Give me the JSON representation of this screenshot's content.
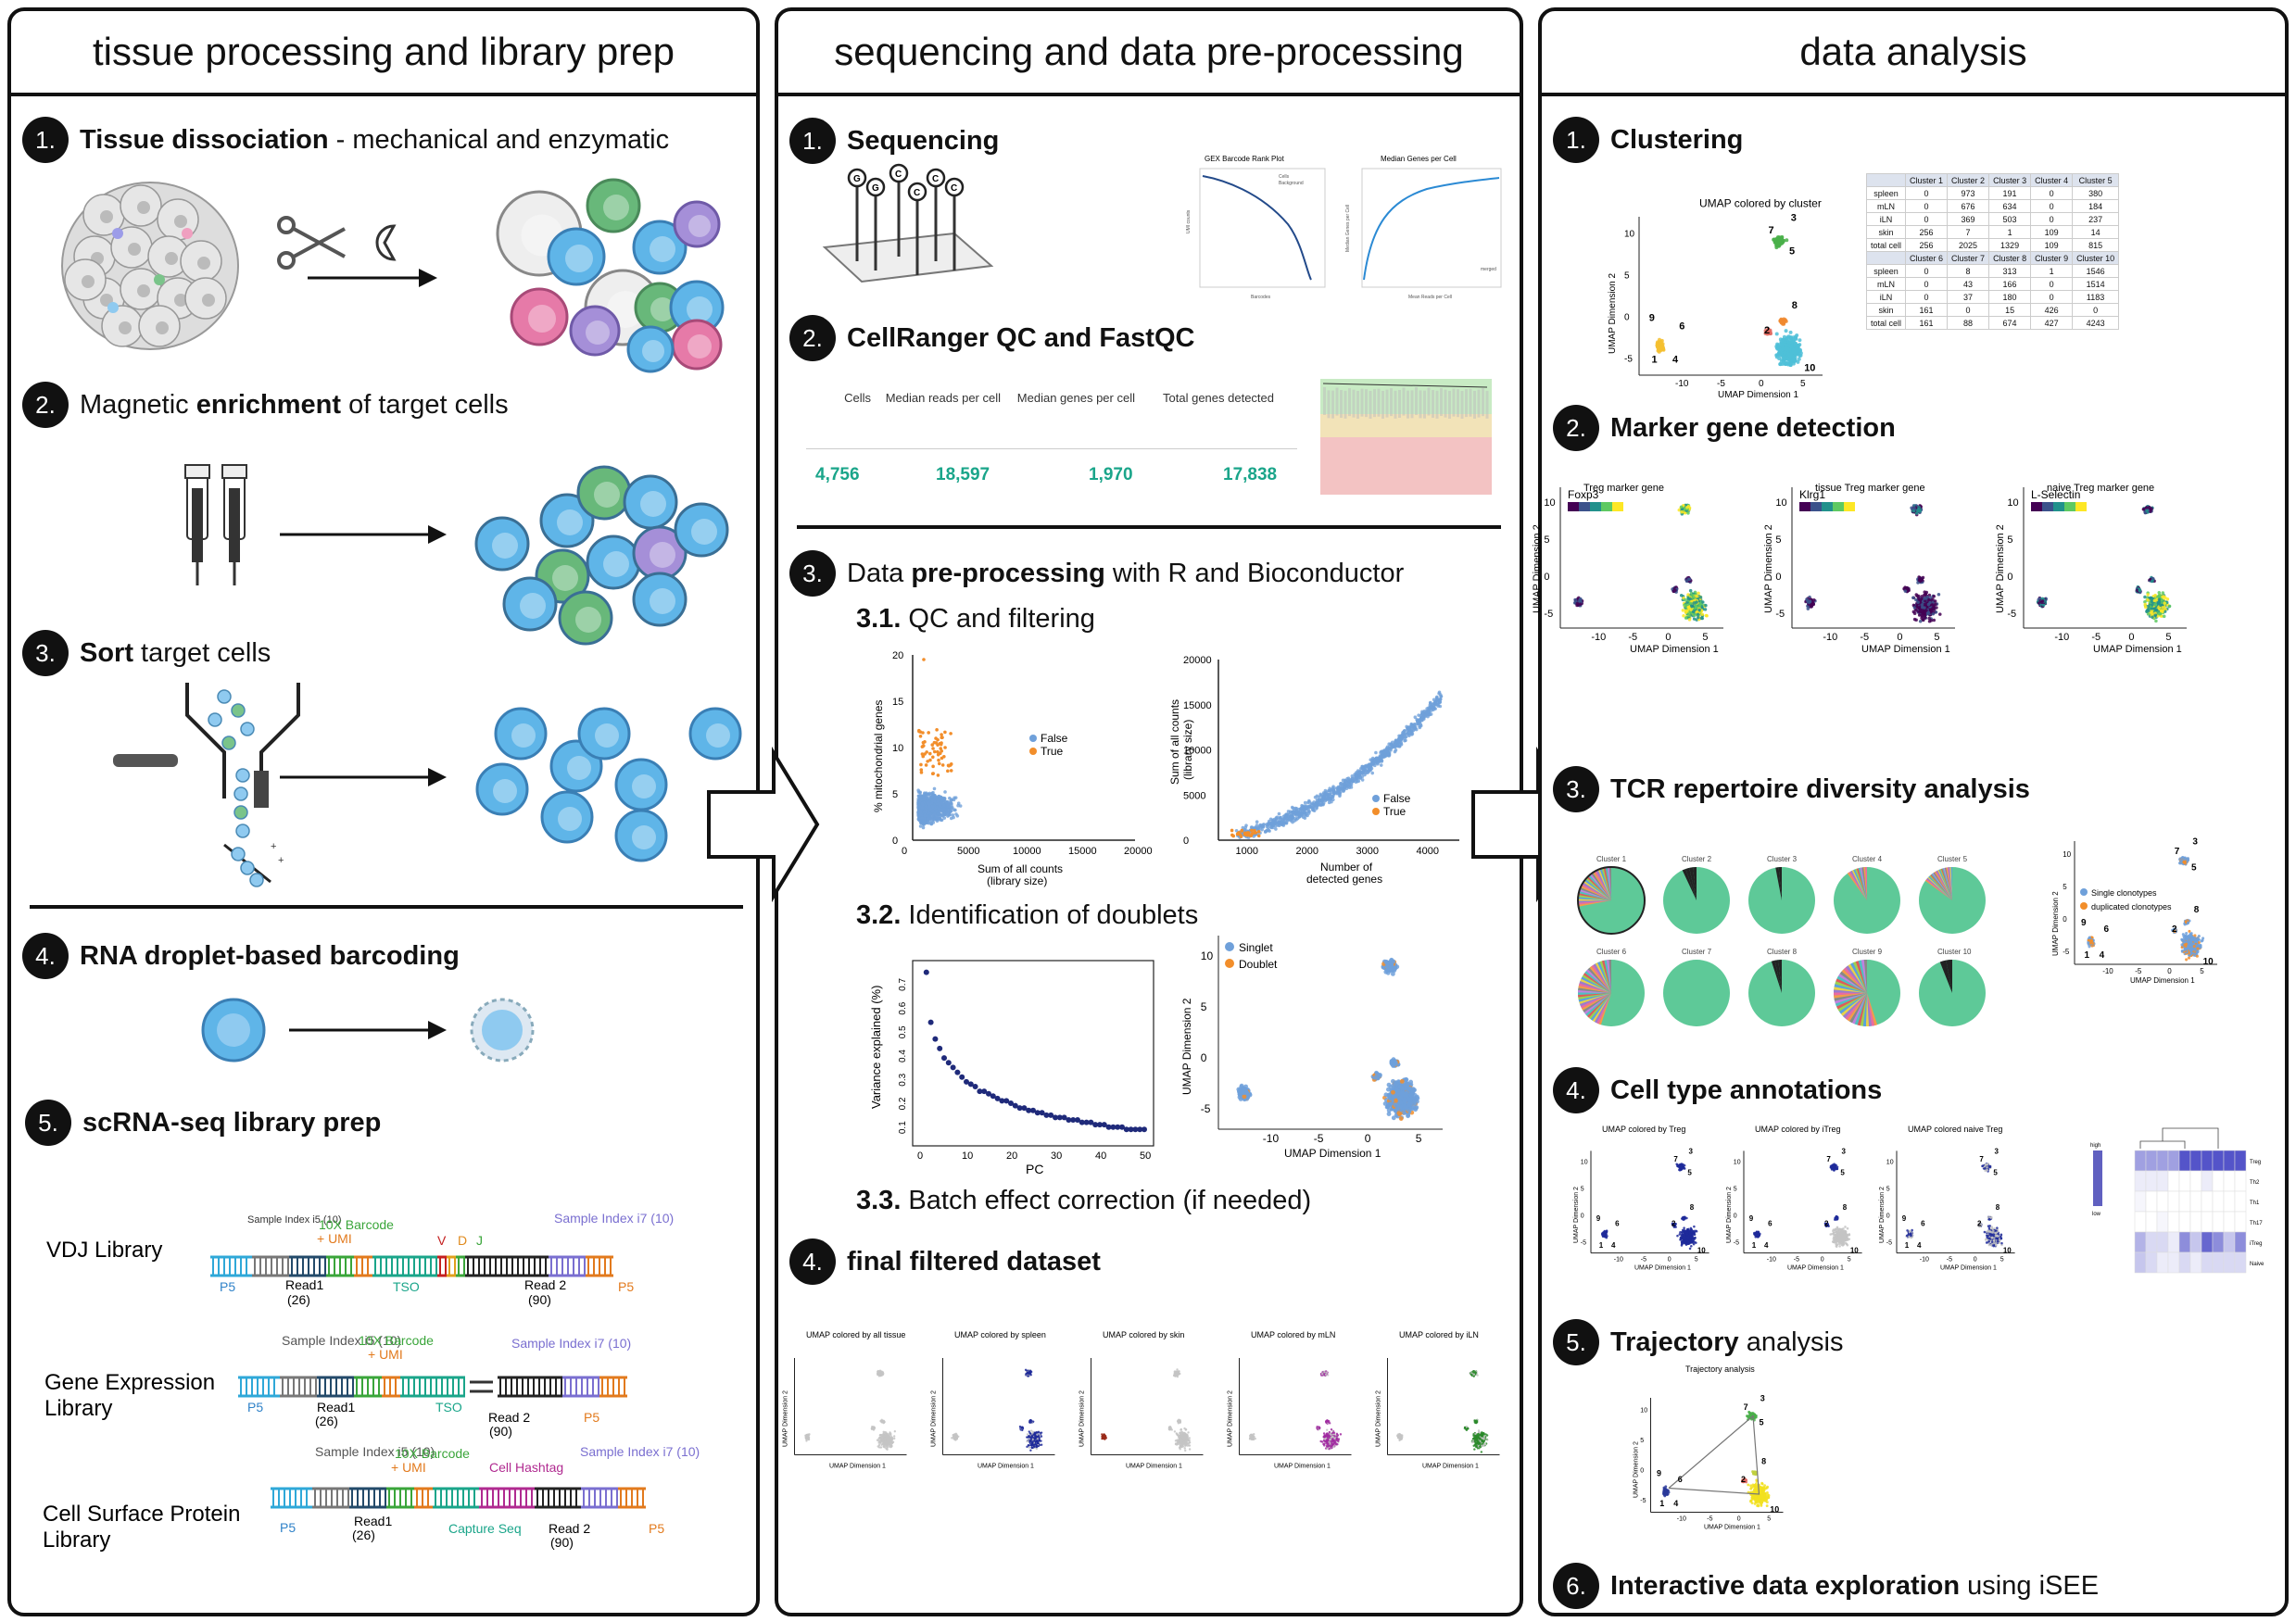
{
  "panel1": {
    "title": "tissue processing and library prep",
    "steps": [
      {
        "num": "1.",
        "bold": "Tissue dissociation",
        "rest": " - mechanical and enzymatic"
      },
      {
        "num": "2.",
        "pre": "Magnetic ",
        "bold": "enrichment",
        "rest": " of target cells"
      },
      {
        "num": "3.",
        "bold": "Sort",
        "rest": " target cells"
      },
      {
        "num": "4.",
        "bold": "RNA droplet-based barcoding",
        "rest": ""
      },
      {
        "num": "5.",
        "bold": "scRNA-seq library prep",
        "rest": ""
      }
    ],
    "libraries": {
      "vdj": {
        "name": "VDJ Library",
        "sample_i5": "Sample Index i5 (10)",
        "barcode": "10X Barcode",
        "umi": "+ UMI",
        "vdj_letters": [
          "V",
          "D",
          "J"
        ],
        "sample_i7": "Sample Index i7 (10)",
        "p5": "P5",
        "read1": "Read1",
        "read1_len": "(26)",
        "tso": "TSO",
        "read2": "Read 2",
        "read2_len": "(90)",
        "p5_right": "P5"
      },
      "gex": {
        "name_l1": "Gene Expression",
        "name_l2": "Library",
        "sample_i5": "Sample Index i5 (10)",
        "barcode": "10X Barcode",
        "umi": "+ UMI",
        "sample_i7": "Sample Index i7 (10)",
        "p5": "P5",
        "read1": "Read1",
        "read1_len": "(26)",
        "tso": "TSO",
        "read2": "Read 2",
        "read2_len": "(90)",
        "p5_right": "P5"
      },
      "csp": {
        "name_l1": "Cell Surface Protein",
        "name_l2": "Library",
        "sample_i5": "Sample Index i5 (10)",
        "barcode": "10X Barcode",
        "umi": "+ UMI",
        "hashtag": "Cell Hashtag",
        "sample_i7": "Sample Index i7 (10)",
        "p5": "P5",
        "read1": "Read1",
        "read1_len": "(26)",
        "capture": "Capture Seq",
        "read2": "Read 2",
        "read2_len": "(90)",
        "p5_right": "P5"
      }
    }
  },
  "panel2": {
    "title": "sequencing and data pre-processing",
    "steps": [
      {
        "num": "1.",
        "bold": "Sequencing"
      },
      {
        "num": "2.",
        "bold": "CellRanger QC and FastQC"
      },
      {
        "num": "3.",
        "pre": "Data ",
        "bold": "pre-processing",
        "rest": " with R and Bioconductor"
      },
      {
        "num": "4.",
        "bold": "final filtered dataset"
      }
    ],
    "substeps": [
      {
        "num": "3.1.",
        "text": " QC and filtering"
      },
      {
        "num": "3.2.",
        "text": " Identification of doublets"
      },
      {
        "num": "3.3.",
        "text": " Batch effect correction (if needed)"
      }
    ],
    "barcode_plot_title": "GEX Barcode Rank Plot",
    "barcode_legend": [
      "Cells",
      "Background"
    ],
    "barcode_xlabel": "Barcodes",
    "barcode_ylabel": "UMI counts",
    "median_genes_title": "Median Genes per Cell",
    "median_genes_xlabel": "Mean Reads per Cell",
    "median_genes_ylabel": "Median Genes per Cell",
    "median_genes_legend": "merged",
    "qc_metrics": [
      {
        "header": "Cells",
        "value": "4,756"
      },
      {
        "header": "Median reads per cell",
        "value": "18,597"
      },
      {
        "header": "Median genes per cell",
        "value": "1,970"
      },
      {
        "header": "Total genes detected",
        "value": "17,838"
      }
    ],
    "final_titles": [
      "UMAP colored by all tissue",
      "UMAP colored by spleen",
      "UMAP colored by skin",
      "UMAP colored by mLN",
      "UMAP colored by iLN"
    ],
    "umap_x": "UMAP Dimension 1",
    "umap_y": "UMAP Dimension 2"
  },
  "panel3": {
    "title": "data analysis",
    "steps": [
      {
        "num": "1.",
        "bold": "Clustering"
      },
      {
        "num": "2.",
        "bold": "Marker gene detection"
      },
      {
        "num": "3.",
        "bold": "TCR repertoire diversity analysis"
      },
      {
        "num": "4.",
        "bold": "Cell type annotations"
      },
      {
        "num": "5.",
        "bold": "Trajectory",
        "rest": " analysis"
      },
      {
        "num": "6.",
        "bold": "Interactive data exploration",
        "rest": " using iSEE"
      }
    ],
    "cluster_umap_title": "UMAP colored by cluster",
    "cluster_table": {
      "header1": [
        "",
        "Cluster 1",
        "Cluster 2",
        "Cluster 3",
        "Cluster 4",
        "Cluster 5"
      ],
      "rows1": [
        [
          "spleen",
          "0",
          "973",
          "191",
          "0",
          "380"
        ],
        [
          "mLN",
          "0",
          "676",
          "634",
          "0",
          "184"
        ],
        [
          "iLN",
          "0",
          "369",
          "503",
          "0",
          "237"
        ],
        [
          "skin",
          "256",
          "7",
          "1",
          "109",
          "14"
        ],
        [
          "total cell",
          "256",
          "2025",
          "1329",
          "109",
          "815"
        ]
      ],
      "header2": [
        "",
        "Cluster 6",
        "Cluster 7",
        "Cluster 8",
        "Cluster 9",
        "Cluster 10"
      ],
      "rows2": [
        [
          "spleen",
          "0",
          "8",
          "313",
          "1",
          "1546"
        ],
        [
          "mLN",
          "0",
          "43",
          "166",
          "0",
          "1514"
        ],
        [
          "iLN",
          "0",
          "37",
          "180",
          "0",
          "1183"
        ],
        [
          "skin",
          "161",
          "0",
          "15",
          "426",
          "0"
        ],
        [
          "total cell",
          "161",
          "88",
          "674",
          "427",
          "4243"
        ]
      ]
    },
    "marker_titles": [
      "Treg marker gene",
      "tissue Treg marker gene",
      "naive Treg marker gene"
    ],
    "marker_genes": [
      "Foxp3",
      "Klrg1",
      "L-Selectin"
    ],
    "tcr_clusters": [
      "Cluster 1",
      "Cluster 2",
      "Cluster 3",
      "Cluster 4",
      "Cluster 5",
      "Cluster 6",
      "Cluster 7",
      "Cluster 8",
      "Cluster 9",
      "Cluster 10"
    ],
    "tcr_legend": [
      "Single clonotypes",
      "duplicated clonotypes"
    ],
    "annot_titles": [
      "UMAP colored by Treg",
      "UMAP colored by iTreg",
      "UMAP colored naive Treg"
    ],
    "heatmap_rows": [
      "Treg",
      "Th2",
      "Th1",
      "Th17",
      "iTreg",
      "Naive"
    ],
    "heatmap_legend": [
      "high",
      "low"
    ],
    "trajectory_title": "Trajectory analysis",
    "umap_x": "UMAP Dimension 1",
    "umap_y": "UMAP Dimension 2"
  },
  "charts": {
    "mito": {
      "type": "scatter",
      "xlabel_l1": "Sum of all counts",
      "xlabel_l2": "(library size)",
      "ylabel": "% mitochondrial genes",
      "xlim": [
        0,
        20000
      ],
      "ylim": [
        0,
        20
      ],
      "xticks": [
        "0",
        "5000",
        "10000",
        "15000",
        "20000"
      ],
      "yticks": [
        "0",
        "5",
        "10",
        "15",
        "20"
      ],
      "legend": [
        "False",
        "True"
      ]
    },
    "lib": {
      "type": "scatter",
      "xlabel_l1": "Number of",
      "xlabel_l2": "detected genes",
      "ylabel_l1": "Sum of all counts",
      "ylabel_l2": "(library size)",
      "xlim": [
        500,
        4500
      ],
      "ylim": [
        0,
        20000
      ],
      "xticks": [
        "1000",
        "2000",
        "3000",
        "4000"
      ],
      "yticks": [
        "0",
        "5000",
        "10000",
        "15000",
        "20000"
      ],
      "legend": [
        "False",
        "True"
      ]
    },
    "pca": {
      "type": "scatter",
      "xlabel": "PC",
      "ylabel": "Variance explained (%)",
      "xticks": [
        "0",
        "10",
        "20",
        "30",
        "40",
        "50"
      ],
      "yticks": [
        "0.1",
        "0.2",
        "0.3",
        "0.4",
        "0.5",
        "0.6",
        "0.7"
      ],
      "values": [
        0.74,
        0.53,
        0.46,
        0.42,
        0.38,
        0.36,
        0.34,
        0.32,
        0.3,
        0.28,
        0.27,
        0.26,
        0.24,
        0.24,
        0.23,
        0.22,
        0.21,
        0.2,
        0.2,
        0.19,
        0.18,
        0.17,
        0.17,
        0.16,
        0.16,
        0.15,
        0.15,
        0.14,
        0.14,
        0.13,
        0.13,
        0.13,
        0.12,
        0.12,
        0.12,
        0.11,
        0.11,
        0.11,
        0.1,
        0.1,
        0.1,
        0.09,
        0.09,
        0.09,
        0.09,
        0.08,
        0.08,
        0.08,
        0.08,
        0.08
      ]
    },
    "doublet": {
      "type": "scatter",
      "legend": [
        "Singlet",
        "Doublet"
      ],
      "xlabel": "UMAP Dimension 1",
      "ylabel": "UMAP Dimension 2",
      "xticks": [
        "-10",
        "-5",
        "0",
        "5"
      ],
      "yticks": [
        "-5",
        "0",
        "5",
        "10"
      ]
    },
    "cluster_labels": [
      "1",
      "2",
      "3",
      "4",
      "5",
      "6",
      "7",
      "8",
      "9",
      "10"
    ]
  },
  "colors": {
    "blue": "#6fa0da",
    "orange": "#f28e2b",
    "teal": "#1aa58a",
    "navy": "#1f2a7a",
    "green_pie": "#5ec998",
    "cellblue": "#5fb5e8",
    "cellgreen": "#68b87a"
  }
}
